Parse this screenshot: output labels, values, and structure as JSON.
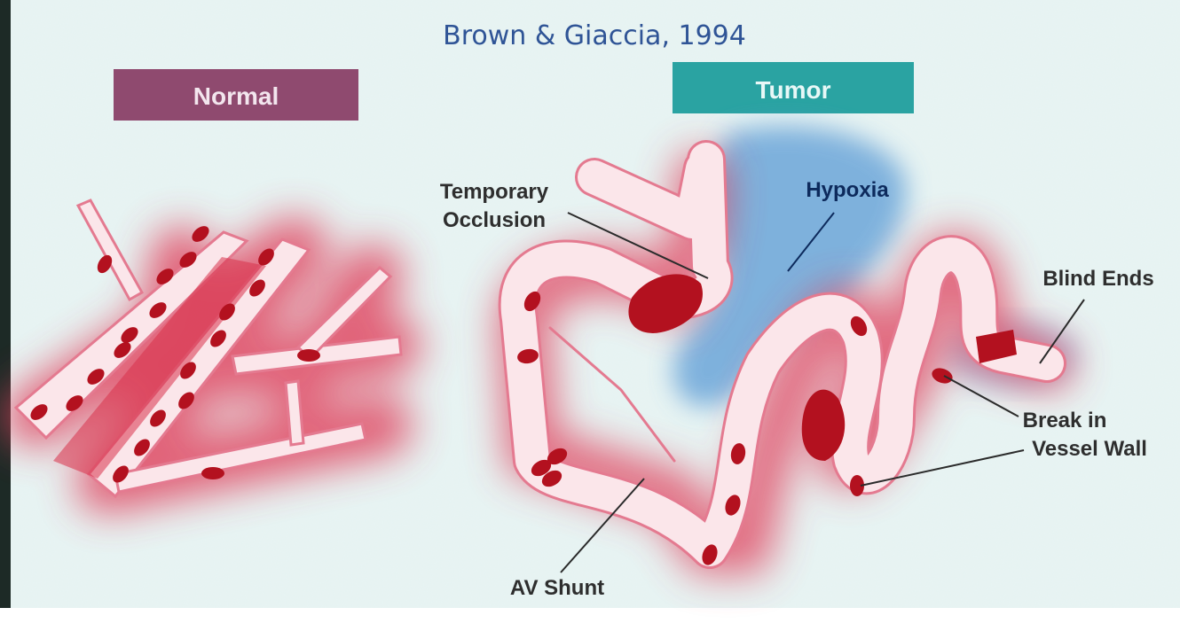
{
  "citation": "Brown & Giaccia, 1994",
  "panels": {
    "normal": {
      "title": "Normal",
      "color": "#8f4a6f"
    },
    "tumor": {
      "title": "Tumor",
      "color": "#2aa3a2"
    }
  },
  "labels": {
    "temporary_occlusion": [
      "Temporary",
      "Occlusion"
    ],
    "hypoxia": "Hypoxia",
    "blind_ends": "Blind Ends",
    "break_in_vessel_wall": [
      "Break in",
      "Vessel Wall"
    ],
    "av_shunt": "AV Shunt"
  },
  "colors": {
    "background": "#e6f3f2",
    "vessel_glow": "#e0405c",
    "vessel_wall": "#fbe6ea",
    "blood_cell": "#b3111f",
    "hypoxia_region": "#5b9bd5",
    "citation_text": "#2f5496"
  }
}
